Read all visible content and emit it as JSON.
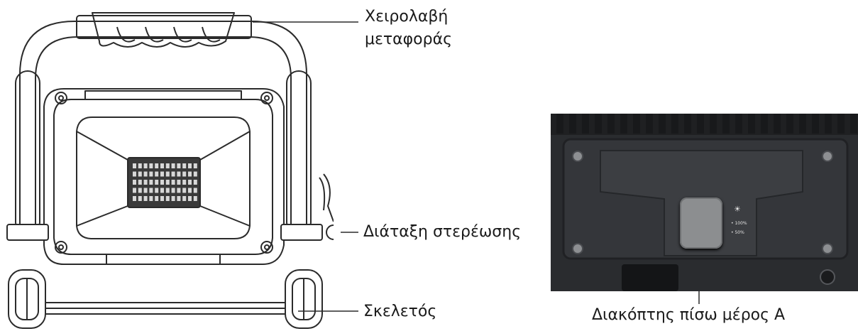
{
  "labels": {
    "handle_line1": "Χειρολαβή",
    "handle_line2": "μεταφοράς",
    "mount": "Διάταξη στερέωσης",
    "frame": "Σκελετός",
    "switch": "Διακόπτης πίσω μέρος A"
  },
  "switch_panel": {
    "level_high": "100%",
    "level_low": "50%",
    "brightness_symbol": "☀"
  },
  "colors": {
    "line_drawing": "#2b2b2b",
    "photo_dark": "#2a2c2f",
    "switch_button": "#8c8e90"
  }
}
